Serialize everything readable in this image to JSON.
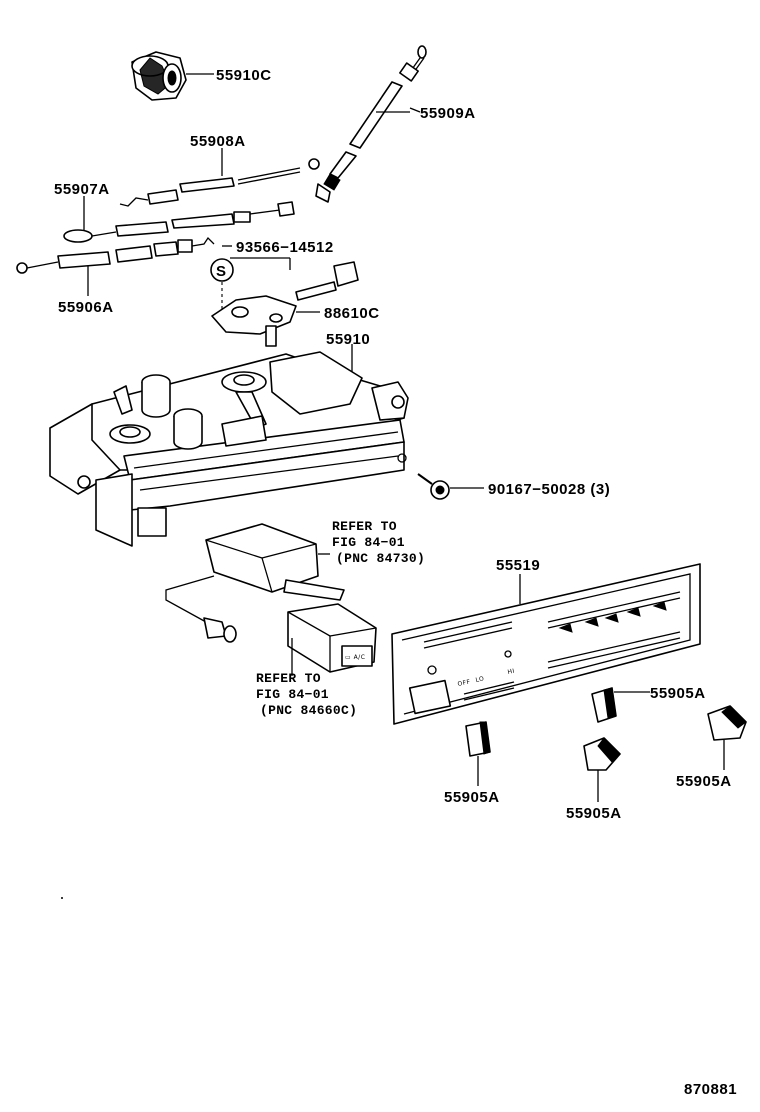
{
  "callouts": {
    "knob_55910c": "55910C",
    "cable_55909a": "55909A",
    "cable_55908a": "55908A",
    "cable_55907a": "55907A",
    "clip_93566": "93566−14512",
    "cable_55906a": "55906A",
    "s_mark": "S",
    "lever_88610c": "88610C",
    "control_55910": "55910",
    "screw_90167": "90167−50028 (3)",
    "panel_55519": "55519",
    "knob_55905a_1": "55905A",
    "knob_55905a_2": "55905A",
    "knob_55905a_3": "55905A",
    "knob_55905a_4": "55905A"
  },
  "refer_notes": {
    "upper": [
      "REFER TO",
      "FIG 84−01",
      "(PNC 84730)"
    ],
    "lower": [
      "REFER TO",
      "FIG 84−01",
      "(PNC 84660C)"
    ]
  },
  "panel_marks": {
    "ac_button": "▭ A/C",
    "off": "OFF",
    "lo": "LO",
    "hi": "HI"
  },
  "figure_number": "870881"
}
